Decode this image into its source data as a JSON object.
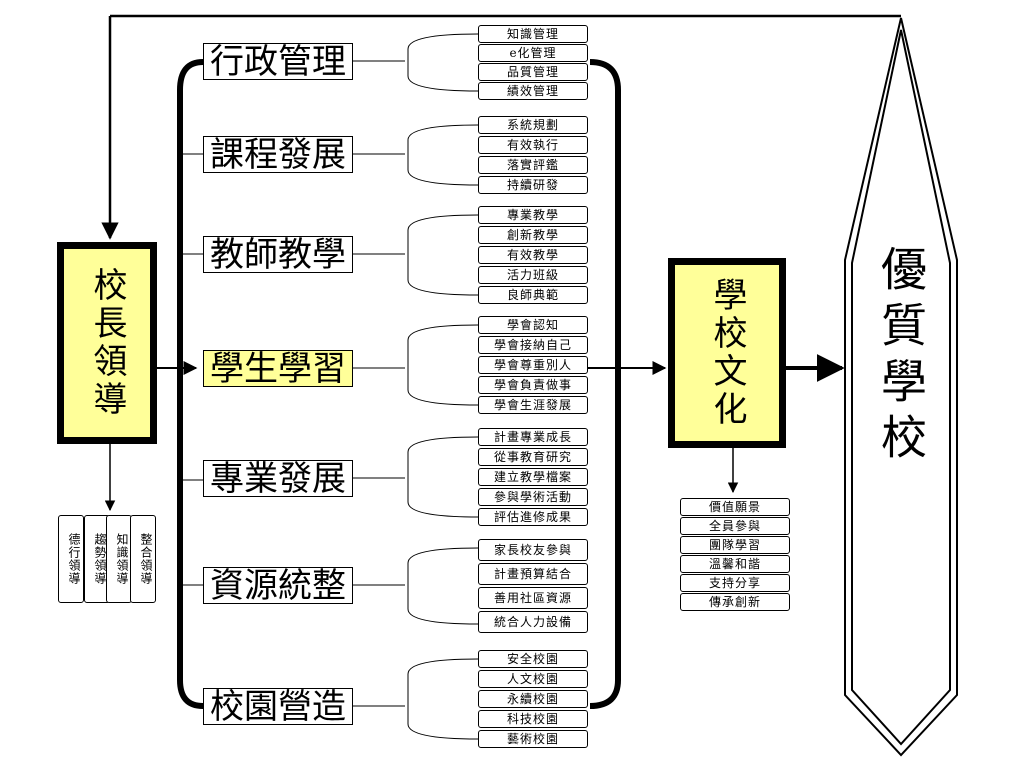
{
  "colors": {
    "highlight": "#ffff99",
    "line": "#000000",
    "background": "#ffffff"
  },
  "principal": {
    "label": "校長領導",
    "leadership": [
      "德行領導",
      "趨勢領導",
      "知識領導",
      "整合領導"
    ]
  },
  "areas": [
    {
      "label": "行政管理",
      "highlight": false,
      "items": [
        "知識管理",
        "e化管理",
        "品質管理",
        "績效管理"
      ]
    },
    {
      "label": "課程發展",
      "highlight": false,
      "items": [
        "系統規劃",
        "有效執行",
        "落實評鑑",
        "持續研發"
      ]
    },
    {
      "label": "教師教學",
      "highlight": false,
      "items": [
        "專業教學",
        "創新教學",
        "有效教學",
        "活力班級",
        "良師典範"
      ]
    },
    {
      "label": "學生學習",
      "highlight": true,
      "items": [
        "學會認知",
        "學會接納自己",
        "學會尊重別人",
        "學會負責做事",
        "學會生涯發展"
      ]
    },
    {
      "label": "專業發展",
      "highlight": false,
      "items": [
        "計畫專業成長",
        "從事教育研究",
        "建立教學檔案",
        "參與學術活動",
        "評估進修成果"
      ]
    },
    {
      "label": "資源統整",
      "highlight": false,
      "items": [
        "家長校友參與",
        "計畫預算結合",
        "善用社區資源",
        "統合人力設備"
      ]
    },
    {
      "label": "校園營造",
      "highlight": false,
      "items": [
        "安全校園",
        "人文校園",
        "永續校園",
        "科技校園",
        "藝術校園"
      ]
    }
  ],
  "culture": {
    "label": "學校文化",
    "items": [
      "價值願景",
      "全員參與",
      "團隊學習",
      "溫馨和諧",
      "支持分享",
      "傳承創新"
    ]
  },
  "goal": {
    "label": "優質學校"
  }
}
